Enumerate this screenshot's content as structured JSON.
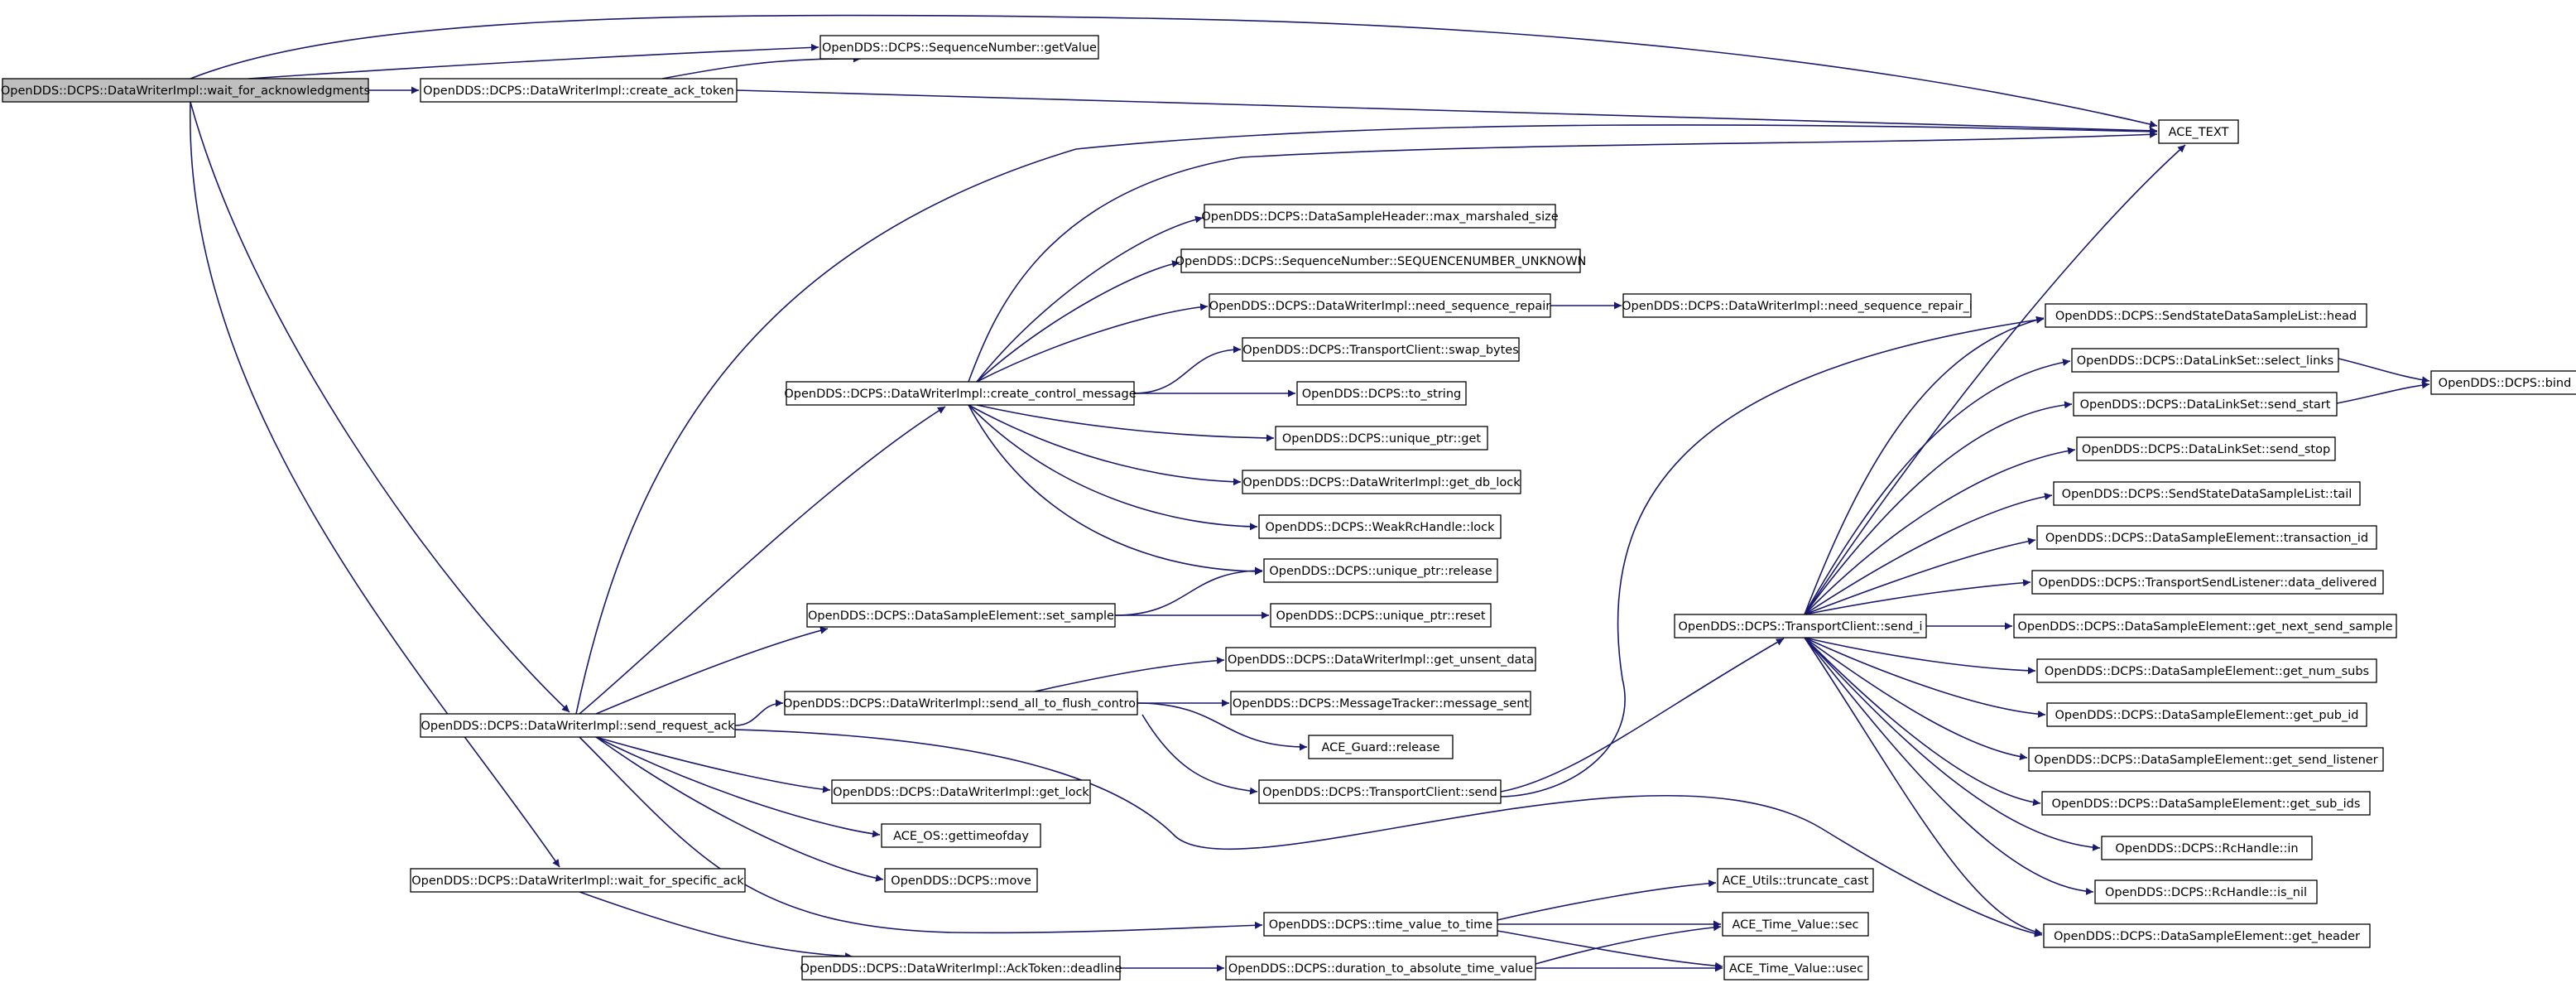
{
  "diagram": {
    "type": "call-graph",
    "edge_color": "#191970",
    "root_fill": "#bfbfbf",
    "node_fill": "#ffffff",
    "nodes": [
      {
        "id": "root",
        "label": "OpenDDS::DCPS::DataWriterImpl::wait_for_acknowledgments",
        "root": true
      },
      {
        "id": "getValue",
        "label": "OpenDDS::DCPS::SequenceNumber::getValue"
      },
      {
        "id": "create_ack_token",
        "label": "OpenDDS::DCPS::DataWriterImpl::create_ack_token"
      },
      {
        "id": "ACE_TEXT",
        "label": "ACE_TEXT"
      },
      {
        "id": "max_marshaled_size",
        "label": "OpenDDS::DCPS::DataSampleHeader::max_marshaled_size"
      },
      {
        "id": "SEQ_UNKNOWN",
        "label": "OpenDDS::DCPS::SequenceNumber::SEQUENCENUMBER_UNKNOWN"
      },
      {
        "id": "need_sequence_repair",
        "label": "OpenDDS::DCPS::DataWriterImpl::need_sequence_repair"
      },
      {
        "id": "need_sequence_repair_i",
        "label": "OpenDDS::DCPS::DataWriterImpl::need_sequence_repair_i"
      },
      {
        "id": "swap_bytes",
        "label": "OpenDDS::DCPS::TransportClient::swap_bytes"
      },
      {
        "id": "create_control_message",
        "label": "OpenDDS::DCPS::DataWriterImpl::create_control_message"
      },
      {
        "id": "to_string",
        "label": "OpenDDS::DCPS::to_string"
      },
      {
        "id": "uptr_get",
        "label": "OpenDDS::DCPS::unique_ptr::get"
      },
      {
        "id": "get_db_lock",
        "label": "OpenDDS::DCPS::DataWriterImpl::get_db_lock"
      },
      {
        "id": "weak_lock",
        "label": "OpenDDS::DCPS::WeakRcHandle::lock"
      },
      {
        "id": "uptr_release",
        "label": "OpenDDS::DCPS::unique_ptr::release"
      },
      {
        "id": "set_sample",
        "label": "OpenDDS::DCPS::DataSampleElement::set_sample"
      },
      {
        "id": "uptr_reset",
        "label": "OpenDDS::DCPS::unique_ptr::reset"
      },
      {
        "id": "get_unsent_data",
        "label": "OpenDDS::DCPS::DataWriterImpl::get_unsent_data"
      },
      {
        "id": "send_request_ack",
        "label": "OpenDDS::DCPS::DataWriterImpl::send_request_ack"
      },
      {
        "id": "send_all_to_flush_control",
        "label": "OpenDDS::DCPS::DataWriterImpl::send_all_to_flush_control"
      },
      {
        "id": "message_sent",
        "label": "OpenDDS::DCPS::MessageTracker::message_sent"
      },
      {
        "id": "guard_release",
        "label": "ACE_Guard::release"
      },
      {
        "id": "tc_send",
        "label": "OpenDDS::DCPS::TransportClient::send"
      },
      {
        "id": "get_lock",
        "label": "OpenDDS::DCPS::DataWriterImpl::get_lock"
      },
      {
        "id": "gettimeofday",
        "label": "ACE_OS::gettimeofday"
      },
      {
        "id": "move",
        "label": "OpenDDS::DCPS::move"
      },
      {
        "id": "wait_for_specific_ack",
        "label": "OpenDDS::DCPS::DataWriterImpl::wait_for_specific_ack"
      },
      {
        "id": "truncate_cast",
        "label": "ACE_Utils::truncate_cast"
      },
      {
        "id": "time_value_to_time",
        "label": "OpenDDS::DCPS::time_value_to_time"
      },
      {
        "id": "tv_sec",
        "label": "ACE_Time_Value::sec"
      },
      {
        "id": "deadline",
        "label": "OpenDDS::DCPS::DataWriterImpl::AckToken::deadline"
      },
      {
        "id": "duration_to_abs",
        "label": "OpenDDS::DCPS::duration_to_absolute_time_value"
      },
      {
        "id": "tv_usec",
        "label": "ACE_Time_Value::usec"
      },
      {
        "id": "send_i",
        "label": "OpenDDS::DCPS::TransportClient::send_i"
      },
      {
        "id": "ssdsl_head",
        "label": "OpenDDS::DCPS::SendStateDataSampleList::head"
      },
      {
        "id": "select_links",
        "label": "OpenDDS::DCPS::DataLinkSet::select_links"
      },
      {
        "id": "bind",
        "label": "OpenDDS::DCPS::bind"
      },
      {
        "id": "send_start",
        "label": "OpenDDS::DCPS::DataLinkSet::send_start"
      },
      {
        "id": "send_stop",
        "label": "OpenDDS::DCPS::DataLinkSet::send_stop"
      },
      {
        "id": "ssdsl_tail",
        "label": "OpenDDS::DCPS::SendStateDataSampleList::tail"
      },
      {
        "id": "transaction_id",
        "label": "OpenDDS::DCPS::DataSampleElement::transaction_id"
      },
      {
        "id": "data_delivered",
        "label": "OpenDDS::DCPS::TransportSendListener::data_delivered"
      },
      {
        "id": "get_next_send_sample",
        "label": "OpenDDS::DCPS::DataSampleElement::get_next_send_sample"
      },
      {
        "id": "get_num_subs",
        "label": "OpenDDS::DCPS::DataSampleElement::get_num_subs"
      },
      {
        "id": "get_pub_id",
        "label": "OpenDDS::DCPS::DataSampleElement::get_pub_id"
      },
      {
        "id": "get_send_listener",
        "label": "OpenDDS::DCPS::DataSampleElement::get_send_listener"
      },
      {
        "id": "get_sub_ids",
        "label": "OpenDDS::DCPS::DataSampleElement::get_sub_ids"
      },
      {
        "id": "rc_in",
        "label": "OpenDDS::DCPS::RcHandle::in"
      },
      {
        "id": "rc_is_nil",
        "label": "OpenDDS::DCPS::RcHandle::is_nil"
      },
      {
        "id": "get_header",
        "label": "OpenDDS::DCPS::DataSampleElement::get_header"
      }
    ],
    "edges": [
      [
        "root",
        "getValue"
      ],
      [
        "root",
        "create_ack_token"
      ],
      [
        "root",
        "ACE_TEXT"
      ],
      [
        "root",
        "send_request_ack"
      ],
      [
        "root",
        "wait_for_specific_ack"
      ],
      [
        "create_ack_token",
        "getValue"
      ],
      [
        "create_ack_token",
        "ACE_TEXT"
      ],
      [
        "send_request_ack",
        "ACE_TEXT"
      ],
      [
        "send_request_ack",
        "create_control_message"
      ],
      [
        "send_request_ack",
        "set_sample"
      ],
      [
        "send_request_ack",
        "send_all_to_flush_control"
      ],
      [
        "send_request_ack",
        "get_lock"
      ],
      [
        "send_request_ack",
        "gettimeofday"
      ],
      [
        "send_request_ack",
        "move"
      ],
      [
        "send_request_ack",
        "time_value_to_time"
      ],
      [
        "send_request_ack",
        "get_header"
      ],
      [
        "create_control_message",
        "ACE_TEXT"
      ],
      [
        "create_control_message",
        "max_marshaled_size"
      ],
      [
        "create_control_message",
        "SEQ_UNKNOWN"
      ],
      [
        "create_control_message",
        "need_sequence_repair"
      ],
      [
        "create_control_message",
        "swap_bytes"
      ],
      [
        "create_control_message",
        "to_string"
      ],
      [
        "create_control_message",
        "uptr_get"
      ],
      [
        "create_control_message",
        "get_db_lock"
      ],
      [
        "create_control_message",
        "weak_lock"
      ],
      [
        "create_control_message",
        "uptr_release"
      ],
      [
        "need_sequence_repair",
        "need_sequence_repair_i"
      ],
      [
        "set_sample",
        "uptr_release"
      ],
      [
        "set_sample",
        "uptr_reset"
      ],
      [
        "send_all_to_flush_control",
        "get_unsent_data"
      ],
      [
        "send_all_to_flush_control",
        "message_sent"
      ],
      [
        "send_all_to_flush_control",
        "guard_release"
      ],
      [
        "send_all_to_flush_control",
        "tc_send"
      ],
      [
        "tc_send",
        "send_i"
      ],
      [
        "tc_send",
        "ssdsl_head"
      ],
      [
        "send_i",
        "ACE_TEXT"
      ],
      [
        "send_i",
        "ssdsl_head"
      ],
      [
        "send_i",
        "select_links"
      ],
      [
        "send_i",
        "send_start"
      ],
      [
        "send_i",
        "send_stop"
      ],
      [
        "send_i",
        "ssdsl_tail"
      ],
      [
        "send_i",
        "transaction_id"
      ],
      [
        "send_i",
        "data_delivered"
      ],
      [
        "send_i",
        "get_next_send_sample"
      ],
      [
        "send_i",
        "get_num_subs"
      ],
      [
        "send_i",
        "get_pub_id"
      ],
      [
        "send_i",
        "get_send_listener"
      ],
      [
        "send_i",
        "get_sub_ids"
      ],
      [
        "send_i",
        "rc_in"
      ],
      [
        "send_i",
        "rc_is_nil"
      ],
      [
        "send_i",
        "get_header"
      ],
      [
        "select_links",
        "bind"
      ],
      [
        "send_start",
        "bind"
      ],
      [
        "wait_for_specific_ack",
        "deadline"
      ],
      [
        "time_value_to_time",
        "truncate_cast"
      ],
      [
        "time_value_to_time",
        "tv_sec"
      ],
      [
        "time_value_to_time",
        "tv_usec"
      ],
      [
        "deadline",
        "duration_to_abs"
      ],
      [
        "duration_to_abs",
        "tv_sec"
      ],
      [
        "duration_to_abs",
        "tv_usec"
      ]
    ]
  }
}
